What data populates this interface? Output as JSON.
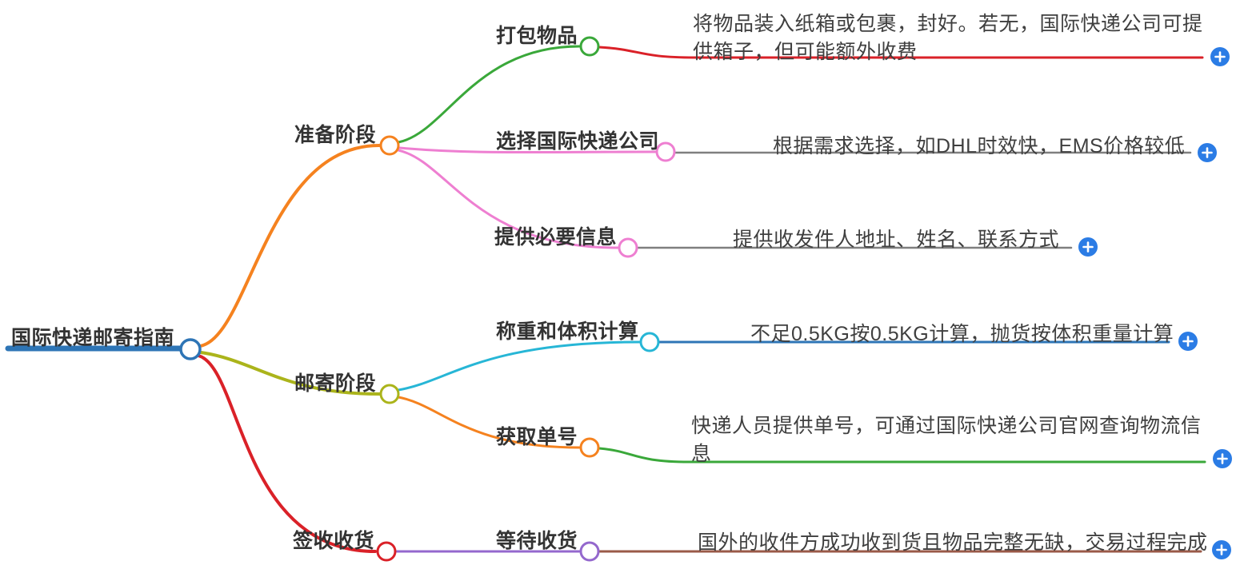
{
  "ui": {
    "background": "#ffffff",
    "plus_button_color": "#2b7ce5",
    "plus_icon": "+"
  },
  "mindmap": {
    "root": {
      "label": "国际快递邮寄指南",
      "color": "#2e75b6"
    },
    "branches": [
      {
        "label": "准备阶段",
        "color": "#f5821f",
        "children": [
          {
            "label": "打包物品",
            "color": "#3aa83a",
            "note": "将物品装入纸箱或包裹，封好。若无，国际快递公司可提供箱子，但可能额外收费",
            "note_line_color": "#da2128"
          },
          {
            "label": "选择国际快递公司",
            "color": "#ee7fd1",
            "note": "根据需求选择，如DHL时效快，EMS价格较低",
            "note_line_color": "#7f7f7f"
          },
          {
            "label": "提供必要信息",
            "color": "#ee7fd1",
            "note": "提供收发件人地址、姓名、联系方式",
            "note_line_color": "#7f7f7f"
          }
        ]
      },
      {
        "label": "邮寄阶段",
        "color": "#abb41b",
        "children": [
          {
            "label": "称重和体积计算",
            "color": "#27b6d6",
            "note": "不足0.5KG按0.5KG计算，抛货按体积重量计算",
            "note_line_color": "#2e75b6"
          },
          {
            "label": "获取单号",
            "color": "#f5821f",
            "note": "快递人员提供单号，可通过国际快递公司官网查询物流信息",
            "note_line_color": "#3aa83a"
          }
        ]
      },
      {
        "label": "签收收货",
        "color": "#da2128",
        "children": [
          {
            "label": "等待收货",
            "color": "#9468cd",
            "note": "国外的收件方成功收到货且物品完整无缺，交易过程完成",
            "note_line_color": "#9a5a48"
          }
        ]
      }
    ]
  }
}
